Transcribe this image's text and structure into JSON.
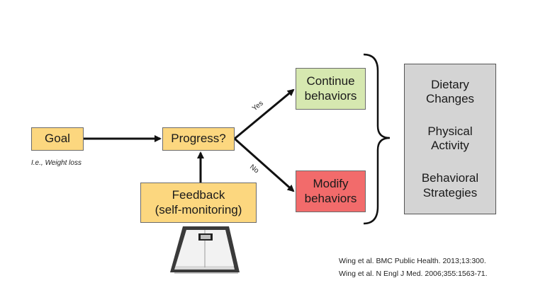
{
  "nodes": {
    "goal": "Goal",
    "goal_note": "I.e., Weight loss",
    "progress": "Progress?",
    "feedback_line1": "Feedback",
    "feedback_line2": "(self-monitoring)",
    "continue_line1": "Continue",
    "continue_line2": "behaviors",
    "modify_line1": "Modify",
    "modify_line2": "behaviors"
  },
  "edges": {
    "yes": "Yes",
    "no": "No"
  },
  "outcomes": [
    {
      "line1": "Dietary",
      "line2": "Changes"
    },
    {
      "line1": "Physical",
      "line2": "Activity"
    },
    {
      "line1": "Behavioral",
      "line2": "Strategies"
    }
  ],
  "references": [
    "Wing et al. BMC Public Health. 2013;13:300.",
    "Wing et al. N Engl J Med. 2006;355:1563-71."
  ],
  "icons": {
    "scale": "bathroom-scale-icon"
  },
  "colors": {
    "yellow_box": "#fcd77f",
    "green_box": "#d6e8b0",
    "red_box": "#f26b6b",
    "grey_box": "#d4d4d4"
  }
}
